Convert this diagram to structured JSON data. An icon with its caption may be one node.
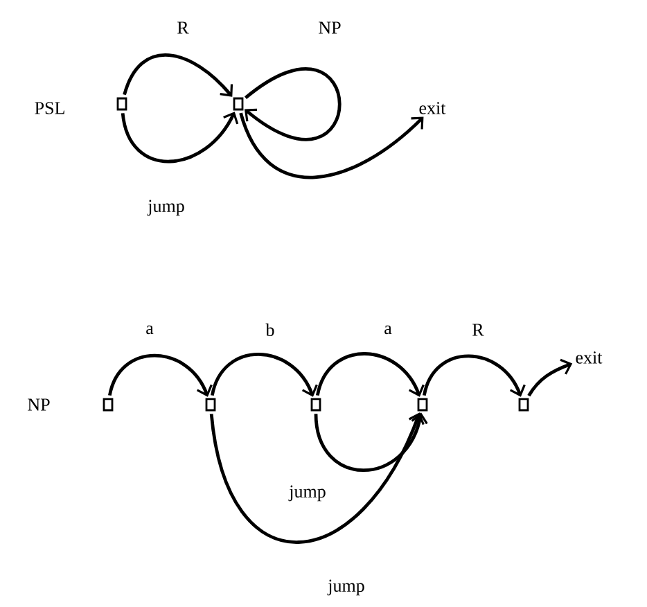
{
  "diagram": {
    "nodes": [
      {
        "text": [],
        "shape": "box"
      },
      {
        "text": [],
        "shape": "box"
      },
      {
        "text": [
          "exit"
        ]
      },
      {
        "text": [],
        "shape": "box"
      },
      {
        "text": [],
        "shape": "box"
      },
      {
        "text": [],
        "shape": "box"
      },
      {
        "text": [],
        "shape": "box"
      },
      {
        "text": [],
        "shape": "box"
      },
      {
        "text": [
          "exit"
        ]
      }
    ],
    "edges": [
      {
        "from": 0,
        "to": 1,
        "arrow": "to",
        "label": "R"
      },
      {
        "from": 1,
        "to": 1,
        "arrow": "to",
        "label": "NP"
      },
      {
        "from": 0,
        "to": 1,
        "arrow": "to",
        "label": "jump"
      },
      {
        "from": 1,
        "to": 2,
        "arrow": "to"
      },
      {
        "from": 3,
        "to": 4,
        "arrow": "to",
        "label": "a"
      },
      {
        "from": 4,
        "to": 5,
        "arrow": "to",
        "label": "b"
      },
      {
        "from": 5,
        "to": 6,
        "arrow": "to",
        "label": "a"
      },
      {
        "from": 6,
        "to": 7,
        "arrow": "to",
        "label": "R"
      },
      {
        "from": 7,
        "to": 8,
        "arrow": "to"
      },
      {
        "from": 5,
        "to": 6,
        "arrow": "to",
        "label": "jump"
      },
      {
        "from": 4,
        "to": 6,
        "arrow": "to",
        "label": "jump"
      }
    ],
    "labels": [
      "PSL",
      "NP"
    ]
  }
}
